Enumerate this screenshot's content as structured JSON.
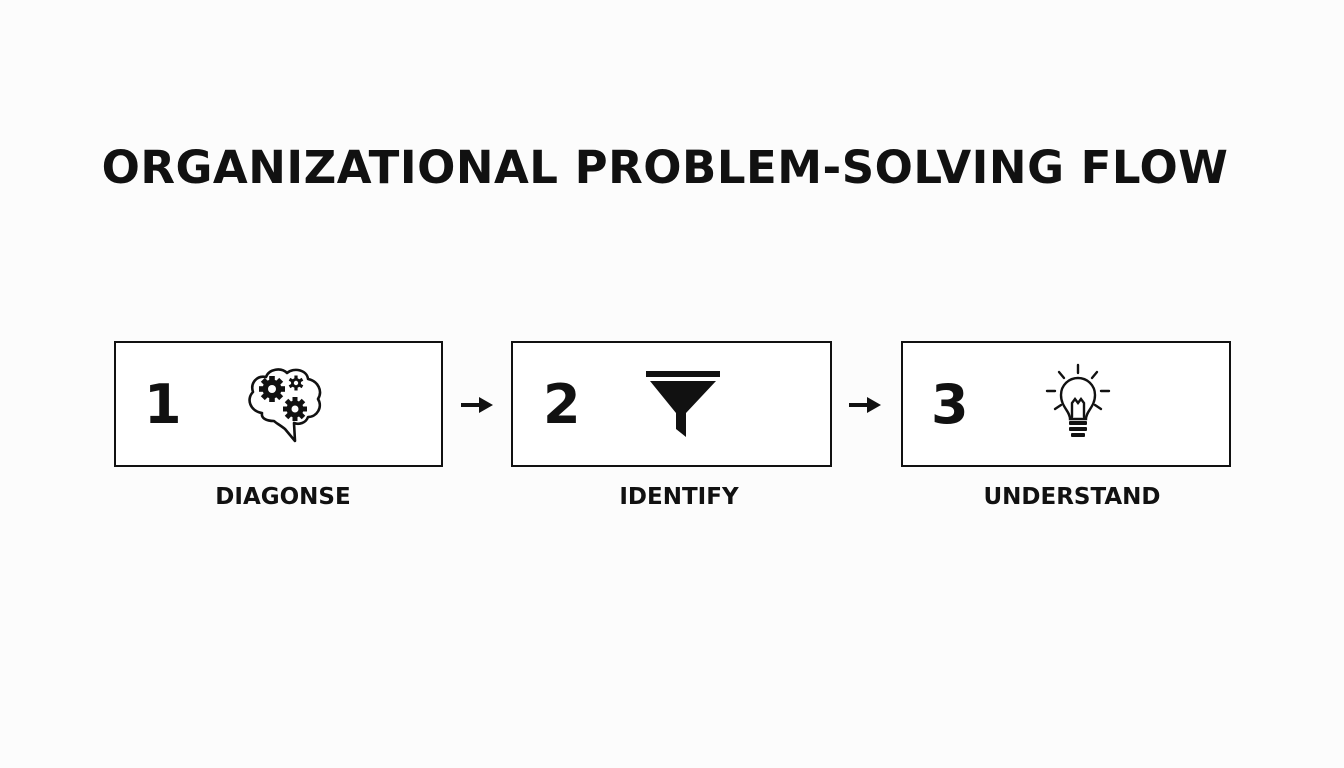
{
  "title": "ORGANIZATIONAL PROBLEM-SOLVING FLOW",
  "steps": [
    {
      "number": "1",
      "label": "DIAGONSE",
      "icon": "brain-gears-icon"
    },
    {
      "number": "2",
      "label": "IDENTIFY",
      "icon": "funnel-icon"
    },
    {
      "number": "3",
      "label": "UNDERSTAND",
      "icon": "lightbulb-icon"
    }
  ],
  "colors": {
    "background": "#fcfcfc",
    "ink": "#111111"
  }
}
